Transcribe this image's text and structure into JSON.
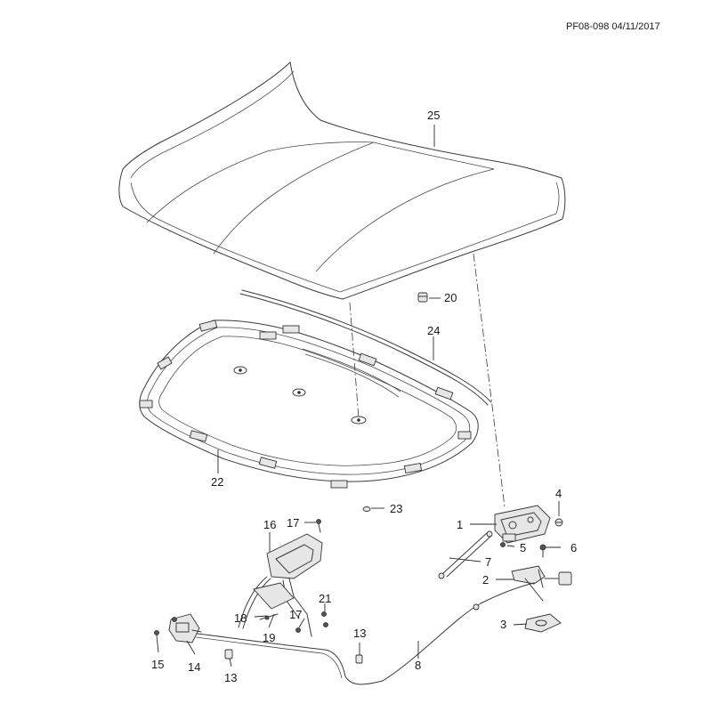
{
  "ref_code": "PF08-098 04/11/2017",
  "callouts": {
    "c1": "1",
    "c2": "2",
    "c3": "3",
    "c4": "4",
    "c5": "5",
    "c6": "6",
    "c7": "7",
    "c8": "8",
    "c13a": "13",
    "c13b": "13",
    "c14": "14",
    "c15": "15",
    "c16": "16",
    "c17a": "17",
    "c17b": "17",
    "c18": "18",
    "c19": "19",
    "c20": "20",
    "c21": "21",
    "c22": "22",
    "c23": "23",
    "c24": "24",
    "c25": "25"
  },
  "colors": {
    "line": "#3a3a3a",
    "text": "#1a1a1a",
    "background": "#ffffff"
  }
}
